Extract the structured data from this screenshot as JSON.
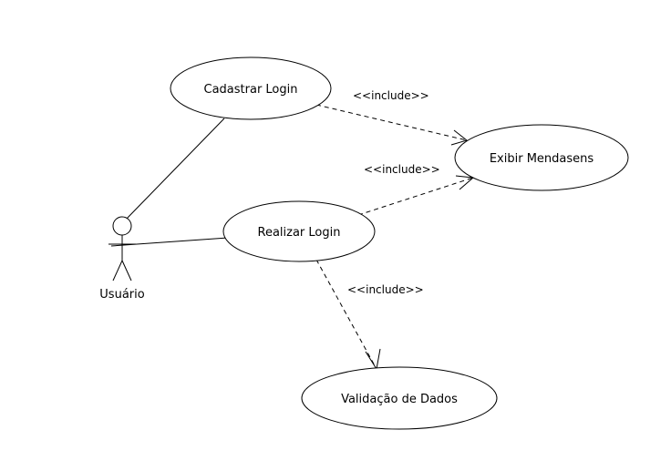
{
  "diagram": {
    "type": "use-case",
    "actor": {
      "name": "Usuário"
    },
    "use_cases": {
      "cadastrar": "Cadastrar Login",
      "realizar": "Realizar Login",
      "exibir": "Exibir Mendasens",
      "validacao": "Validação de Dados"
    },
    "relations": [
      {
        "from": "Cadastrar Login",
        "to": "Exibir Mendasens",
        "stereotype": "<<include>>"
      },
      {
        "from": "Realizar Login",
        "to": "Exibir Mendasens",
        "stereotype": "<<include>>"
      },
      {
        "from": "Realizar Login",
        "to": "Validação de Dados",
        "stereotype": "<<include>>"
      }
    ],
    "associations": [
      {
        "actor": "Usuário",
        "use_case": "Cadastrar Login"
      },
      {
        "actor": "Usuário",
        "use_case": "Realizar Login"
      }
    ]
  }
}
